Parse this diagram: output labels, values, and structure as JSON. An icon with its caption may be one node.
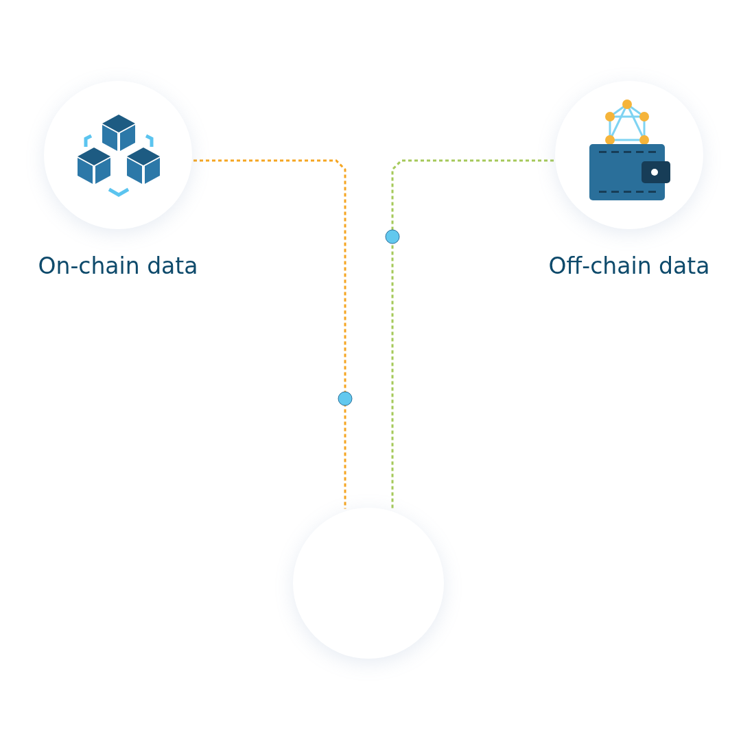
{
  "diagram": {
    "nodes": [
      {
        "text": [
          "On-chain data"
        ]
      },
      {
        "text": [
          "Off-chain data"
        ]
      },
      {
        "text": [],
        "shape": "circle"
      }
    ],
    "edges": [
      {
        "from": 0,
        "to": 2,
        "arrow": "none",
        "style": "dashed",
        "color": "#f5a623"
      },
      {
        "from": 1,
        "to": 2,
        "arrow": "none",
        "style": "dashed",
        "color": "#a5c95a"
      }
    ]
  }
}
